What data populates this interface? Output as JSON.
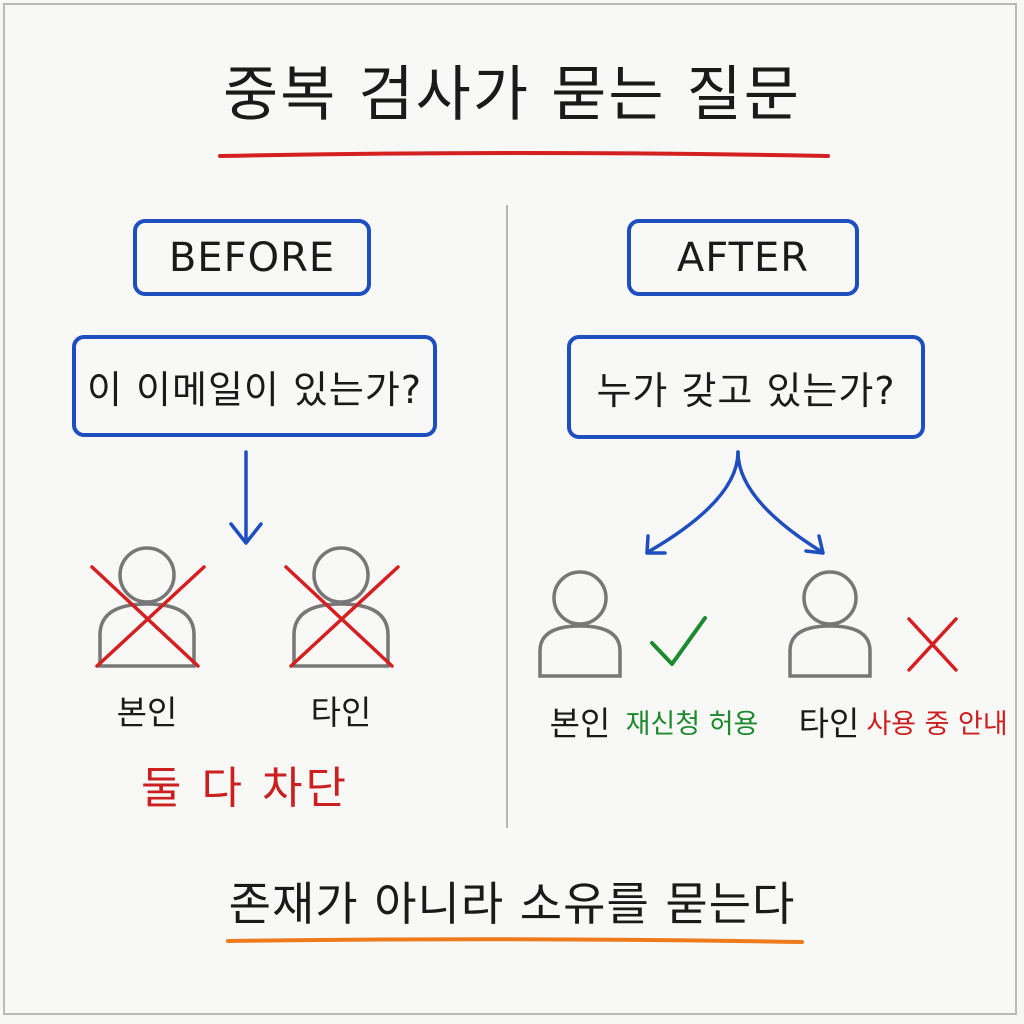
{
  "title": "중복 검사가 묻는 질문",
  "before": {
    "tag": "BEFORE",
    "question": "이 이메일이 있는가?",
    "person1_label": "본인",
    "person2_label": "타인",
    "verdict": "둘 다 차단"
  },
  "after": {
    "tag": "AFTER",
    "question": "누가 갖고 있는가?",
    "person1_label": "본인",
    "person1_result": "재신청 허용",
    "person2_label": "타인",
    "person2_result": "사용 중 안내"
  },
  "footer": "존재가 아니라 소유를 묻는다",
  "colors": {
    "box_border": "#1f4fbf",
    "title_underline": "#d42020",
    "footer_underline": "#f07a1a",
    "allow": "#1e8a2e",
    "deny": "#cc2020",
    "person": "#777777"
  },
  "icons": [
    "person-icon",
    "cross-icon",
    "check-icon",
    "arrow-down-icon"
  ]
}
